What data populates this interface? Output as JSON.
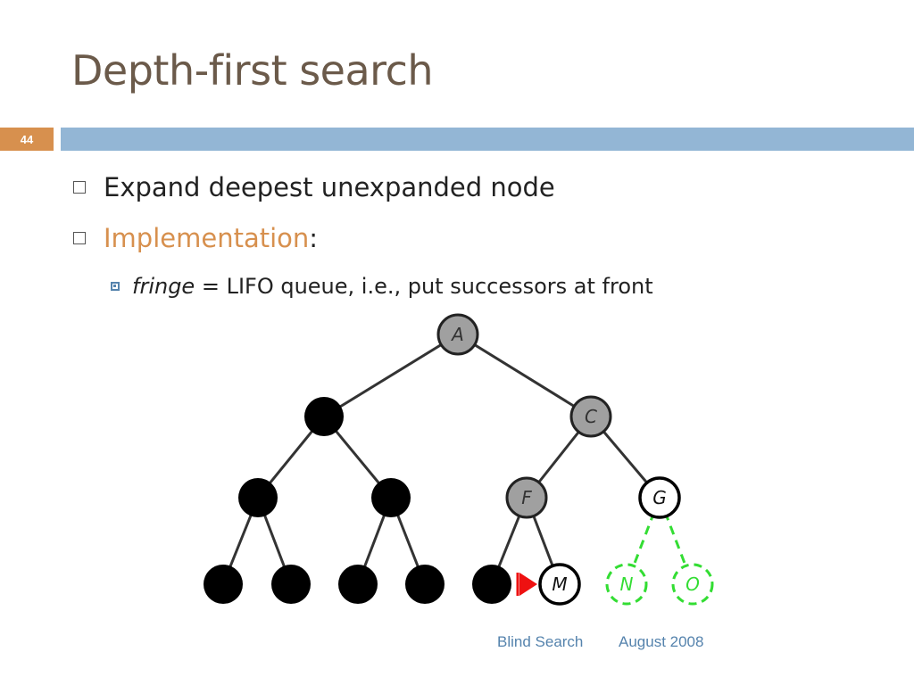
{
  "slide": {
    "title": "Depth-first search",
    "number": "44"
  },
  "bullets": {
    "first": "Expand deepest unexpanded node",
    "second_label": "Implementation",
    "second_colon": ":",
    "sub_italic": "fringe",
    "sub_rest": " = LIFO queue, i.e., put successors at front"
  },
  "tree": {
    "colors": {
      "expanded": "#000000",
      "fringe_gray": "#a0a0a0",
      "unexpanded_green": "#33dd33",
      "pointer_red": "#ee1111"
    },
    "nodes": {
      "A": "A",
      "C": "C",
      "F": "F",
      "G": "G",
      "M": "M",
      "N": "N",
      "O": "O"
    }
  },
  "footer": {
    "left": "Blind Search",
    "right": "August 2008"
  }
}
